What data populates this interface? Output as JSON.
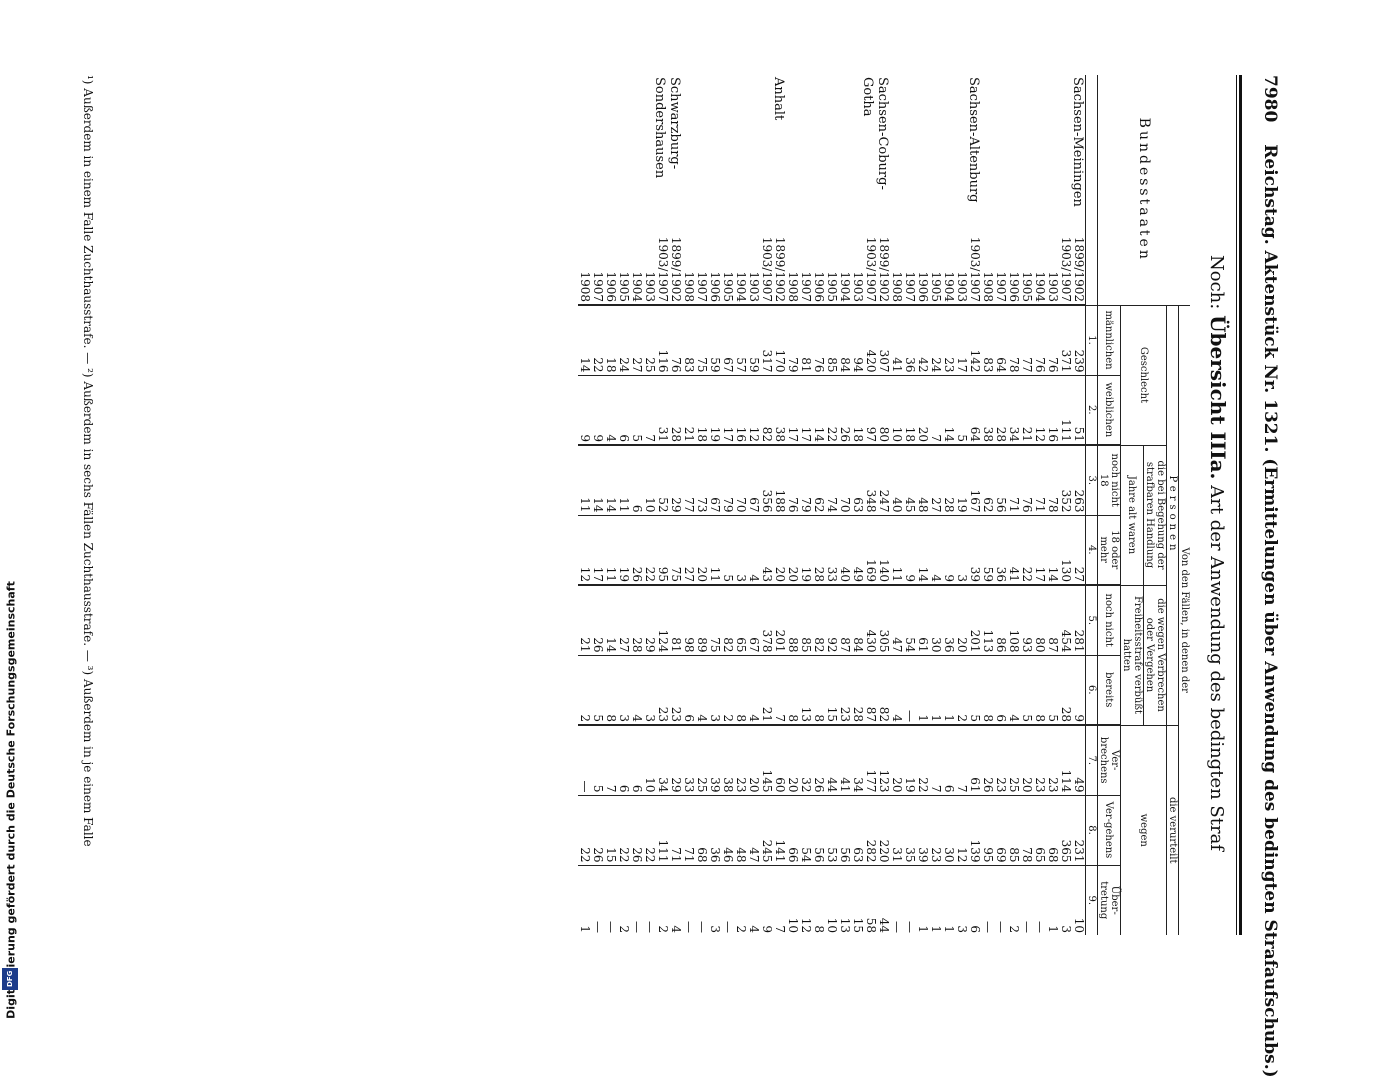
{
  "header": {
    "page_number": "7980",
    "title": "Reichstag. Aktenstück Nr. 1321. (Ermittelungen über Anwendung des bedingten Strafaufschubs.)",
    "subtitle_prefix": "Noch:",
    "subtitle_main": "Übersicht IIIa.",
    "subtitle_rest": "Art der Anwendung des bedingten Straf"
  },
  "columns": {
    "bundesstaaten": "Bundesstaaten",
    "von_den_faellen": "Von den Fällen, in denen der",
    "personen": "Personen",
    "die_verurteilt": "die verurteilt",
    "geschlecht": "Geschlecht",
    "maennlich": "männlichen",
    "weiblich": "weiblichen",
    "die_bei_begehung": "die bei Begehung der strafbaren Handlung",
    "jahre_alt": "Jahre alt waren",
    "noch_nicht_18": "noch nicht 18",
    "18_oder_mehr": "18 oder mehr",
    "die_wegen_verbrechen": "die wegen Verbrechen oder Vergehen",
    "freiheitsstrafe": "Freiheitsstrafe verbüßt hatten",
    "noch_nicht": "noch nicht",
    "bereits": "bereits",
    "wegen": "wegen",
    "verbrechens": "Ver-brechens",
    "vergehens": "Ver-gehens",
    "uebertretung": "Über-tretung",
    "col_numbers": [
      "1.",
      "2.",
      "3.",
      "4.",
      "5.",
      "6.",
      "7.",
      "8.",
      "9."
    ]
  },
  "rows": [
    {
      "state": "Sachsen-Meiningen",
      "years": [
        "1899/1902",
        "1903/1907",
        "1903",
        "1904",
        "1905",
        "1906",
        "1907",
        "1908"
      ],
      "c1": [
        "239",
        "371",
        "76",
        "76",
        "77",
        "78",
        "64",
        "83"
      ],
      "c2": [
        "51",
        "111",
        "16",
        "12",
        "21",
        "34",
        "28",
        "38"
      ],
      "c3": [
        "263",
        "352",
        "78",
        "71",
        "76",
        "71",
        "56",
        "62"
      ],
      "c4": [
        "27",
        "130",
        "14",
        "17",
        "22",
        "41",
        "36",
        "59"
      ],
      "c5": [
        "281",
        "454",
        "87",
        "80",
        "93",
        "108",
        "86",
        "113"
      ],
      "c6": [
        "9",
        "28",
        "5",
        "8",
        "5",
        "4",
        "6",
        "8"
      ],
      "c7": [
        "49",
        "114",
        "23",
        "23",
        "20",
        "25",
        "23",
        "26"
      ],
      "c8": [
        "231",
        "365",
        "68",
        "65",
        "78",
        "85",
        "69",
        "95"
      ],
      "c9": [
        "10",
        "3",
        "1",
        "—",
        "—",
        "2",
        "—",
        "—"
      ]
    },
    {
      "state": "Sachsen-Altenburg",
      "years": [
        "1903/1907",
        "1903",
        "1904",
        "1905",
        "1906",
        "1907",
        "1908"
      ],
      "c1": [
        "142",
        "17",
        "23",
        "24",
        "42",
        "36",
        "41"
      ],
      "c2": [
        "64",
        "5",
        "14",
        "7",
        "20",
        "18",
        "10"
      ],
      "c3": [
        "167",
        "19",
        "28",
        "27",
        "48",
        "45",
        "40"
      ],
      "c4": [
        "39",
        "3",
        "9",
        "4",
        "14",
        "9",
        "11"
      ],
      "c5": [
        "201",
        "20",
        "36",
        "30",
        "61",
        "54",
        "47"
      ],
      "c6": [
        "5",
        "2",
        "1",
        "1",
        "1",
        "—",
        "4"
      ],
      "c7": [
        "61",
        "7",
        "6",
        "7",
        "22",
        "19",
        "20"
      ],
      "c8": [
        "139",
        "12",
        "30",
        "23",
        "39",
        "35",
        "31"
      ],
      "c9": [
        "6",
        "3",
        "1",
        "1",
        "1",
        "—",
        "—"
      ]
    },
    {
      "state": "Sachsen-Coburg-Gotha",
      "years": [
        "1899/1902",
        "1903/1907",
        "1903",
        "1904",
        "1905",
        "1906",
        "1907",
        "1908"
      ],
      "c1": [
        "307",
        "420",
        "94",
        "84",
        "85",
        "76",
        "81",
        "79"
      ],
      "c2": [
        "80",
        "97",
        "18",
        "26",
        "22",
        "14",
        "17",
        "17"
      ],
      "c3": [
        "247",
        "348",
        "63",
        "70",
        "74",
        "62",
        "79",
        "76"
      ],
      "c4": [
        "140",
        "169",
        "49",
        "40",
        "33",
        "28",
        "19",
        "20"
      ],
      "c5": [
        "305",
        "430",
        "84",
        "87",
        "92",
        "82",
        "85",
        "88"
      ],
      "c6": [
        "82",
        "87",
        "28",
        "23",
        "15",
        "8",
        "13",
        "8"
      ],
      "c7": [
        "123",
        "177",
        "34",
        "41",
        "44",
        "26",
        "32",
        "20"
      ],
      "c8": [
        "220",
        "282",
        "63",
        "56",
        "53",
        "56",
        "54",
        "66"
      ],
      "c9": [
        "44",
        "58",
        "15",
        "13",
        "10",
        "8",
        "12",
        "10"
      ]
    },
    {
      "state": "Anhalt",
      "years": [
        "1899/1902",
        "1903/1907",
        "1903",
        "1904",
        "1905",
        "1906",
        "1907",
        "1908"
      ],
      "c1": [
        "170",
        "317",
        "59",
        "57",
        "67",
        "59",
        "75",
        "83"
      ],
      "c2": [
        "38",
        "82",
        "12",
        "16",
        "17",
        "19",
        "18",
        "21"
      ],
      "c3": [
        "188",
        "356",
        "67",
        "70",
        "79",
        "67",
        "73",
        "77"
      ],
      "c4": [
        "20",
        "43",
        "4",
        "3",
        "5",
        "11",
        "20",
        "27"
      ],
      "c5": [
        "201",
        "378",
        "67",
        "65",
        "82",
        "75",
        "89",
        "98"
      ],
      "c6": [
        "7",
        "21",
        "4",
        "8",
        "2",
        "3",
        "4",
        "6"
      ],
      "c7": [
        "60",
        "145",
        "20",
        "23",
        "38",
        "39",
        "25",
        "33"
      ],
      "c8": [
        "141",
        "245",
        "47",
        "48",
        "46",
        "36",
        "68",
        "71"
      ],
      "c9": [
        "7",
        "9",
        "4",
        "2",
        "—",
        "3",
        "—",
        "—"
      ]
    },
    {
      "state": "Schwarzburg-Sondershausen",
      "years": [
        "1899/1902",
        "1903/1907",
        "1903",
        "1904",
        "1905",
        "1906",
        "1907",
        "1908"
      ],
      "c1": [
        "76",
        "116",
        "25",
        "27",
        "24",
        "18",
        "22",
        "14"
      ],
      "c2": [
        "28",
        "31",
        "7",
        "5",
        "6",
        "4",
        "9",
        "9"
      ],
      "c3": [
        "29",
        "52",
        "10",
        "6",
        "11",
        "14",
        "14",
        "11"
      ],
      "c4": [
        "75",
        "95",
        "22",
        "26",
        "19",
        "11",
        "17",
        "12"
      ],
      "c5": [
        "81",
        "124",
        "29",
        "28",
        "27",
        "14",
        "26",
        "21"
      ],
      "c6": [
        "23",
        "23",
        "3",
        "4",
        "3",
        "8",
        "5",
        "2"
      ],
      "c7": [
        "29",
        "34",
        "10",
        "6",
        "6",
        "7",
        "5",
        "—"
      ],
      "c8": [
        "71",
        "111",
        "22",
        "26",
        "22",
        "15",
        "26",
        "22"
      ],
      "c9": [
        "4",
        "2",
        "—",
        "—",
        "2",
        "—",
        "—",
        "1"
      ]
    }
  ],
  "footnote": "¹) Außerdem in einem Falle Zuchthausstrafe. — ²) Außerdem in sechs Fällen Zuchthausstrafe. — ³) Außerdem in je einem Falle",
  "sidebar": {
    "text": "Digitalisierung gefördert durch die Deutsche Forschungsgemeinschaft",
    "logo": "DFG"
  }
}
